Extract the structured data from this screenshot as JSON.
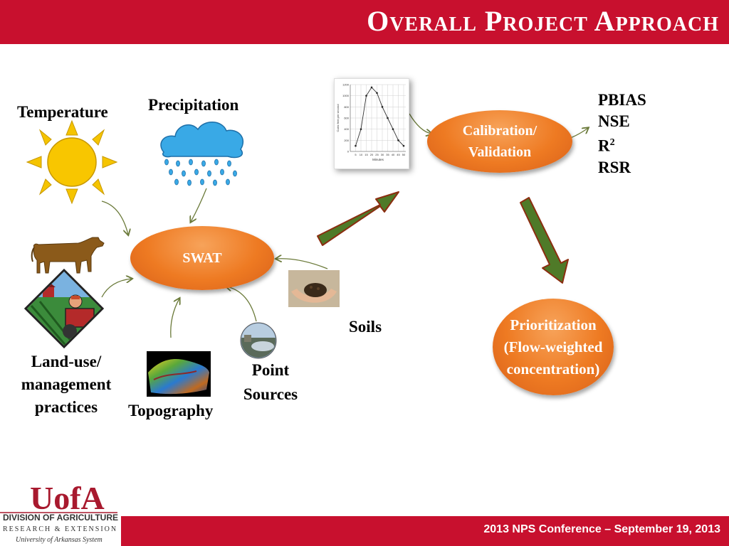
{
  "slide": {
    "title": "Overall Project Approach",
    "footer": "2013 NPS Conference – September 19, 2013"
  },
  "logo": {
    "mark": "UofA",
    "division": "DIVISION OF AGRICULTURE",
    "research": "RESEARCH & EXTENSION",
    "system": "University of Arkansas System"
  },
  "inputs": {
    "temperature": "Temperature",
    "precipitation": "Precipitation",
    "landuse_line1": "Land-use/",
    "landuse_line2": "management",
    "landuse_line3": "practices",
    "topography": "Topography",
    "point_line1": "Point",
    "point_line2": "Sources",
    "soils": "Soils"
  },
  "nodes": {
    "swat": "SWAT",
    "calibration_line1": "Calibration/",
    "calibration_line2": "Validation",
    "prio_line1": "Prioritization",
    "prio_line2": "(Flow-weighted",
    "prio_line3": "concentration)"
  },
  "metrics": {
    "pbias": "PBIAS",
    "nse": "NSE",
    "r2_base": "R",
    "r2_exp": "2",
    "rsr": "RSR"
  },
  "colors": {
    "header": "#c8102e",
    "oval": "#ee7a22",
    "arrow_fill": "#4f7a28",
    "arrow_stroke": "#8b2d10",
    "connector": "#6b7a3a"
  },
  "chart_data": {
    "type": "line",
    "x": [
      5,
      10,
      15,
      20,
      25,
      30,
      35,
      40,
      45,
      50
    ],
    "y": [
      100,
      400,
      1000,
      1150,
      1050,
      800,
      600,
      400,
      200,
      100
    ],
    "xlabel": "Minutes",
    "ylabel": "Cubic feet per second",
    "xticks": [
      "5",
      "10",
      "15",
      "20",
      "25",
      "30",
      "35",
      "40",
      "45",
      "50"
    ],
    "yticks": [
      "0",
      "200",
      "400",
      "600",
      "800",
      "1000",
      "1200"
    ],
    "xlim": [
      0,
      52
    ],
    "ylim": [
      0,
      1200
    ],
    "grid": true
  }
}
